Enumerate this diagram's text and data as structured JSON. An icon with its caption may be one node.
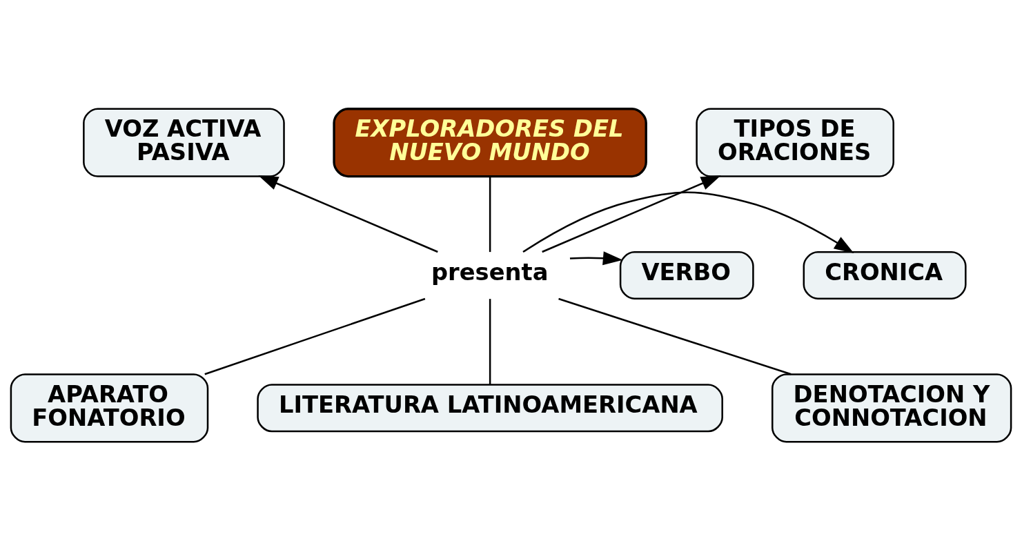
{
  "diagram": {
    "nodes": [
      {
        "text": [
          "EXPLORADORES DEL NUEVO MUNDO"
        ]
      },
      {
        "text": [
          "presenta"
        ]
      },
      {
        "text": [
          "VOZ ACTIVA PASIVA"
        ]
      },
      {
        "text": [
          "TIPOS DE ORACIONES"
        ]
      },
      {
        "text": [
          "CRONICA"
        ]
      },
      {
        "text": [
          "VERBO"
        ]
      },
      {
        "text": [
          "APARATO FONATORIO"
        ]
      },
      {
        "text": [
          "LITERATURA LATINOAMERICANA"
        ]
      },
      {
        "text": [
          "DENOTACION Y CONNOTACION"
        ]
      }
    ],
    "edges": [
      {
        "from": 0,
        "to": 1,
        "arrow": "none"
      },
      {
        "from": 1,
        "to": 2,
        "arrow": "to"
      },
      {
        "from": 1,
        "to": 3,
        "arrow": "to"
      },
      {
        "from": 1,
        "to": 4,
        "arrow": "to"
      },
      {
        "from": 1,
        "to": 5,
        "arrow": "to"
      },
      {
        "from": 1,
        "to": 6,
        "arrow": "none"
      },
      {
        "from": 1,
        "to": 7,
        "arrow": "none"
      },
      {
        "from": 1,
        "to": 8,
        "arrow": "none"
      }
    ]
  }
}
